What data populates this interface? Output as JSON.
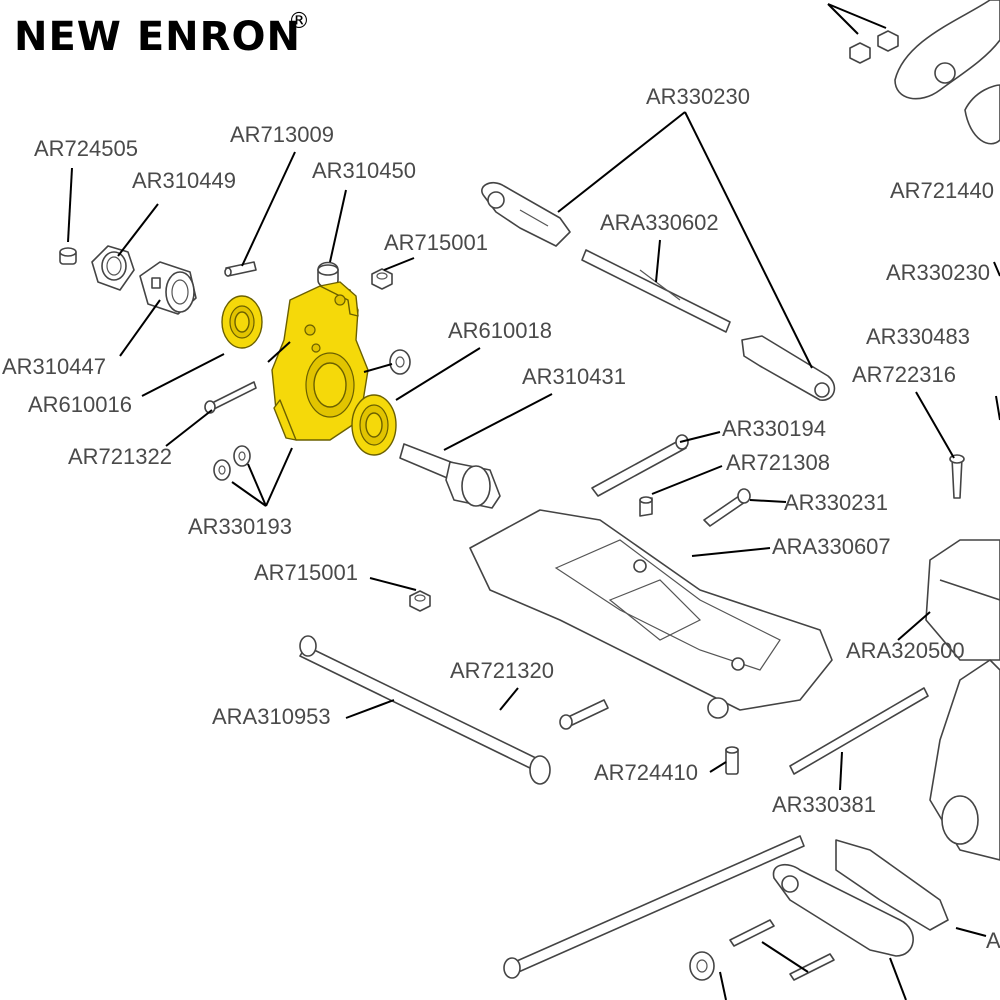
{
  "brand": {
    "name": "NEW ENRON",
    "registered": "®"
  },
  "highlight_color": "#f5d90a",
  "parts": [
    {
      "id": "AR330230",
      "label": "AR330230"
    },
    {
      "id": "AR713009",
      "label": "AR713009"
    },
    {
      "id": "AR724505",
      "label": "AR724505"
    },
    {
      "id": "AR310449",
      "label": "AR310449"
    },
    {
      "id": "AR310450",
      "label": "AR310450"
    },
    {
      "id": "AR715001a",
      "label": "AR715001"
    },
    {
      "id": "ARA330602",
      "label": "ARA330602"
    },
    {
      "id": "AR721440",
      "label": "AR721440"
    },
    {
      "id": "AR330230b",
      "label": "AR330230"
    },
    {
      "id": "AR610018",
      "label": "AR610018"
    },
    {
      "id": "AR330483",
      "label": "AR330483"
    },
    {
      "id": "AR310447",
      "label": "AR310447"
    },
    {
      "id": "AR310431",
      "label": "AR310431"
    },
    {
      "id": "AR722316",
      "label": "AR722316"
    },
    {
      "id": "AR610016",
      "label": "AR610016"
    },
    {
      "id": "AR330194",
      "label": "AR330194"
    },
    {
      "id": "AR721322",
      "label": "AR721322"
    },
    {
      "id": "AR721308",
      "label": "AR721308"
    },
    {
      "id": "AR330231",
      "label": "AR330231"
    },
    {
      "id": "AR330193",
      "label": "AR330193"
    },
    {
      "id": "ARA330607",
      "label": "ARA330607"
    },
    {
      "id": "AR715001b",
      "label": "AR715001"
    },
    {
      "id": "ARA320500",
      "label": "ARA320500"
    },
    {
      "id": "AR721320",
      "label": "AR721320"
    },
    {
      "id": "ARA310953",
      "label": "ARA310953"
    },
    {
      "id": "AR724410",
      "label": "AR724410"
    },
    {
      "id": "AR330381",
      "label": "AR330381"
    },
    {
      "id": "A_partial",
      "label": "A"
    }
  ]
}
